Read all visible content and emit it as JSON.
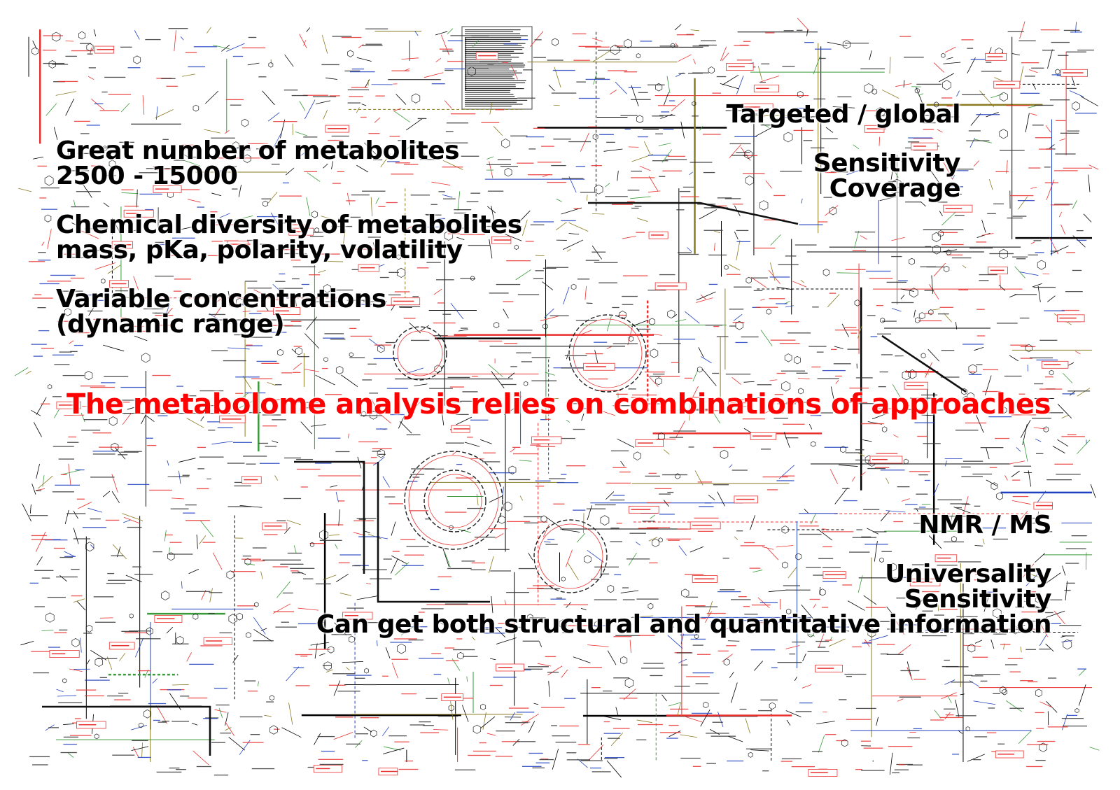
{
  "colors": {
    "background": "#ffffff",
    "text": "#000000",
    "highlight": "#ff0000",
    "pathway_red": "#e8312f",
    "pathway_blue": "#1f3fbf",
    "pathway_green": "#3a9a3a",
    "pathway_olive": "#8a7a20"
  },
  "left_block": {
    "group1": [
      "Great number of metabolites",
      "2500 - 15000"
    ],
    "group2": [
      "Chemical diversity of metabolites",
      "mass, pKa, polarity, volatility"
    ],
    "group3": [
      "Variable concentrations",
      "(dynamic range)"
    ]
  },
  "top_right_block": {
    "title": "Targeted / global",
    "lines": [
      "Sensitivity",
      "Coverage"
    ]
  },
  "headline": "The metabolome analysis relies on combinations of approaches",
  "bottom_right_block": {
    "title": "NMR / MS",
    "lines": [
      "Universality",
      "Sensitivity",
      "Can get both structural and quantitative information"
    ]
  }
}
